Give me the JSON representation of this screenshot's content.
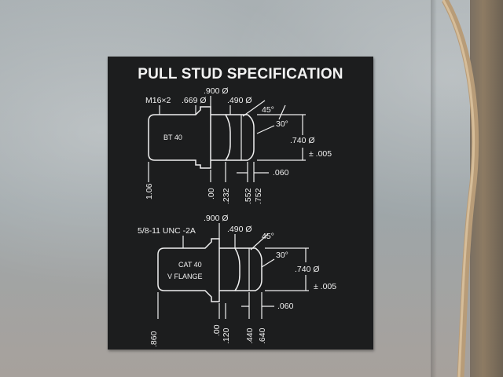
{
  "plate": {
    "title": "PULL STUD SPECIFICATION",
    "bt40": {
      "thread": "M16×2",
      "d669": ".669 Ø",
      "d900": ".900 Ø",
      "d490": ".490 Ø",
      "angle45": "45°",
      "angle30": "30°",
      "dia740": ".740 Ø",
      "tol": "± .005",
      "dim060": ".060",
      "body_label": "BT 40",
      "len_106": "1.06",
      "len_00": ".00",
      "len_232": ".232",
      "len_552": ".552",
      "len_752": ".752"
    },
    "cat40": {
      "thread": "5/8-11  UNC -2A",
      "d900": ".900 Ø",
      "d490": ".490 Ø",
      "angle45": "45°",
      "angle30": "30°",
      "dia740": ".740 Ø",
      "tol": "± .005",
      "dim060": ".060",
      "body_label_1": "CAT 40",
      "body_label_2": "V FLANGE",
      "len_860": ".860",
      "len_00": ".00",
      "len_120": ".120",
      "len_440": ".440",
      "len_640": ".640"
    }
  },
  "colors": {
    "plate_bg": "#1c1d1e",
    "engraving": "#f0f0f0",
    "cabinet": "#9ea6a9"
  }
}
